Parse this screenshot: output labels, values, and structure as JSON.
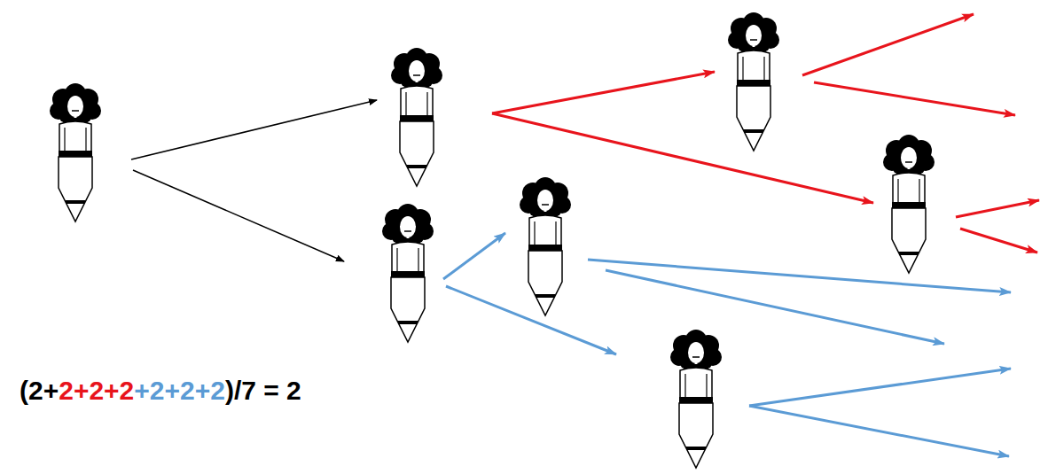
{
  "diagram": {
    "labels": [
      "(2+",
      "2+2+2",
      "+2+2+2",
      ")/7 = 2"
    ]
  }
}
